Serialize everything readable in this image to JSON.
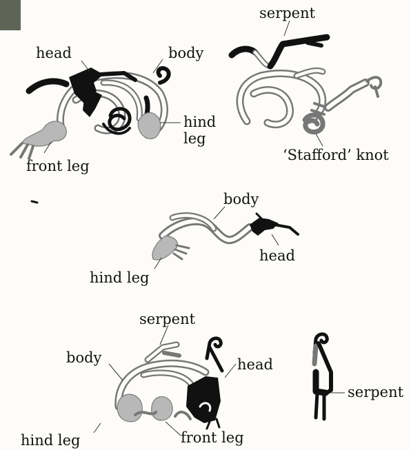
{
  "colors": {
    "ink": "#111111",
    "band_outline": "#777777",
    "fill_grey": "#b8b8b8",
    "paper": "#fdfcf9",
    "corner_tab": "#5e6557"
  },
  "figures": {
    "top_left": {
      "head": "head",
      "body": "body",
      "hind_leg_1": "hind",
      "hind_leg_2": "leg",
      "front_leg": "front leg"
    },
    "top_right": {
      "serpent": "serpent",
      "knot": "‘Stafford’ knot"
    },
    "middle": {
      "body": "body",
      "head": "head",
      "hind_leg": "hind leg"
    },
    "bottom_left": {
      "serpent": "serpent",
      "body": "body",
      "head": "head",
      "hind_leg": "hind leg",
      "front_leg": "front leg"
    },
    "bottom_right": {
      "serpent": "serpent"
    }
  }
}
